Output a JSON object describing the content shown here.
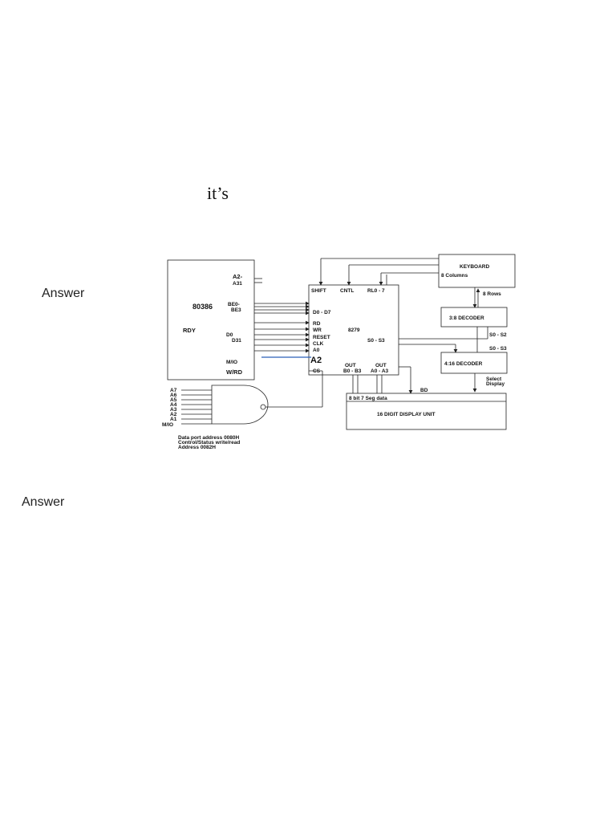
{
  "page": {
    "heading_text": "it’s",
    "answer_label_1": "Answer",
    "answer_label_2": "Answer"
  },
  "diagram": {
    "cpu": {
      "name": "80386",
      "rdy": "RDY",
      "addr_pins": "A2-",
      "addr_pins_2": "A31",
      "be_pins": "BE0-",
      "be_pins_2": "BE3",
      "data_pins": "D0",
      "data_pins_2": "D31",
      "mio": "M/IO",
      "wrd": "W/RD"
    },
    "chip_8279": {
      "name": "8279",
      "shift": "SHIFT",
      "cntl": "CNTL",
      "rl": "RL0 - 7",
      "data_bus": "D0 - D7",
      "rd": "RD",
      "wr": "WR",
      "reset": "RESET",
      "clk": "CLK",
      "a0": "A0",
      "a2": "A2",
      "cs": "CS",
      "scan": "S0 - S3",
      "out1": "OUT",
      "out1_pins": "B0 - B3",
      "out2": "OUT",
      "out2_pins": "A0 - A3",
      "bd": "BD"
    },
    "keyboard": {
      "title": "KEYBOARD",
      "columns": "8 Columns",
      "rows": "8 Rows"
    },
    "decoder_3_8": {
      "title": "3:8 DECODER",
      "lines": "S0 - S2"
    },
    "decoder_4_16": {
      "title": "4:16 DECODER",
      "lines": "S0 - S3",
      "select_1": "Select",
      "select_2": "Display"
    },
    "display": {
      "seg_data": "8 bit 7 Seg data",
      "title": "16 DIGIT DISPLAY UNIT"
    },
    "gate": {
      "inputs": [
        "A7",
        "A6",
        "A5",
        "A4",
        "A3",
        "A2",
        "A1",
        "M/IO"
      ]
    },
    "notes": {
      "line1": "Data port address 0080H",
      "line2": "Control/Status write/read",
      "line3": "Address 0082H"
    }
  }
}
